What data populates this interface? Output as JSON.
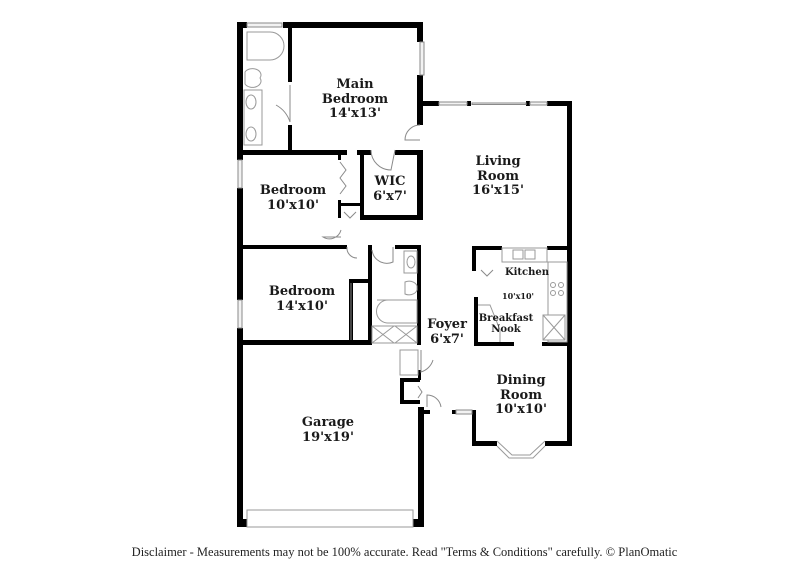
{
  "floorplan": {
    "rooms": [
      {
        "id": "main-bedroom",
        "name_line1": "Main",
        "name_line2": "Bedroom",
        "dims": "14'x13'"
      },
      {
        "id": "wic",
        "name_line1": "WIC",
        "dims": "6'x7'"
      },
      {
        "id": "bedroom-1",
        "name_line1": "Bedroom",
        "dims": "10'x10'"
      },
      {
        "id": "bedroom-2",
        "name_line1": "Bedroom",
        "dims": "14'x10'"
      },
      {
        "id": "living-room",
        "name_line1": "Living",
        "name_line2": "Room",
        "dims": "16'x15'"
      },
      {
        "id": "kitchen",
        "name_line1": "Kitchen",
        "dims": "10'x10'"
      },
      {
        "id": "breakfast-nook",
        "name_line1": "Breakfast",
        "name_line2": "Nook"
      },
      {
        "id": "foyer",
        "name_line1": "Foyer",
        "dims": "6'x7'"
      },
      {
        "id": "dining-room",
        "name_line1": "Dining",
        "name_line2": "Room",
        "dims": "10'x10'"
      },
      {
        "id": "garage",
        "name_line1": "Garage",
        "dims": "19'x19'"
      }
    ]
  },
  "footer": {
    "disclaimer": "Disclaimer - Measurements may not be 100% accurate. Read \"Terms & Conditions\" carefully. © PlanOmatic"
  },
  "colors": {
    "wall": "#000000",
    "fixture_line": "#999999",
    "background": "#ffffff"
  }
}
